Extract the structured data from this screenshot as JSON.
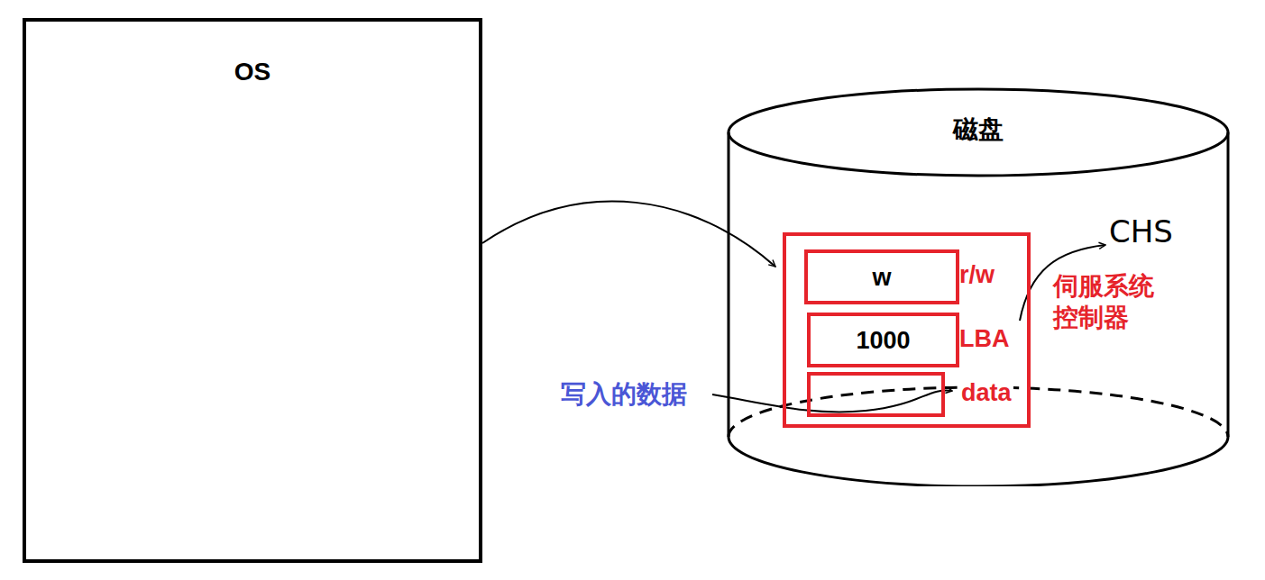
{
  "diagram": {
    "nodes": [
      {
        "text": [
          "OS"
        ]
      },
      {
        "text": [
          "磁盘"
        ]
      },
      {
        "text": [
          "r/w",
          "LBA",
          "data"
        ],
        "in": 1
      },
      {
        "text": [
          "w"
        ],
        "in": 2
      },
      {
        "text": [
          "1000"
        ],
        "in": 2
      }
    ],
    "edges": [
      {
        "from": 0,
        "to": 2,
        "arrow": "to"
      }
    ],
    "labels": [
      "CHS",
      "伺服系统 控制器",
      "写入的数据"
    ]
  }
}
